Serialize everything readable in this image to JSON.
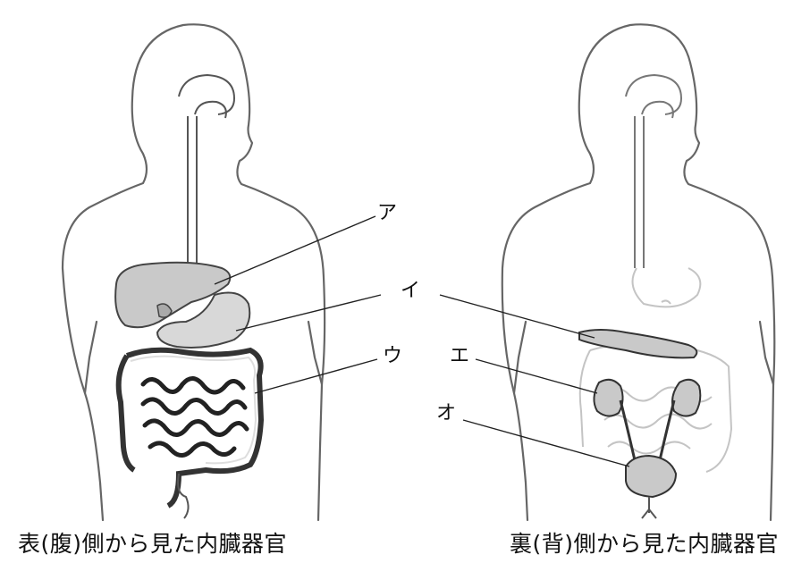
{
  "labels": {
    "a": "ア",
    "i": "イ",
    "u": "ウ",
    "e": "エ",
    "o": "オ"
  },
  "captions": {
    "front": "表(腹)側から見た内臓器官",
    "back": "裏(背)側から見た内臓器官"
  },
  "colors": {
    "outline": "#555555",
    "organ_fill": "#c9c9c9",
    "faint_organ": "#bdbdbd",
    "leader_line": "#222222"
  }
}
